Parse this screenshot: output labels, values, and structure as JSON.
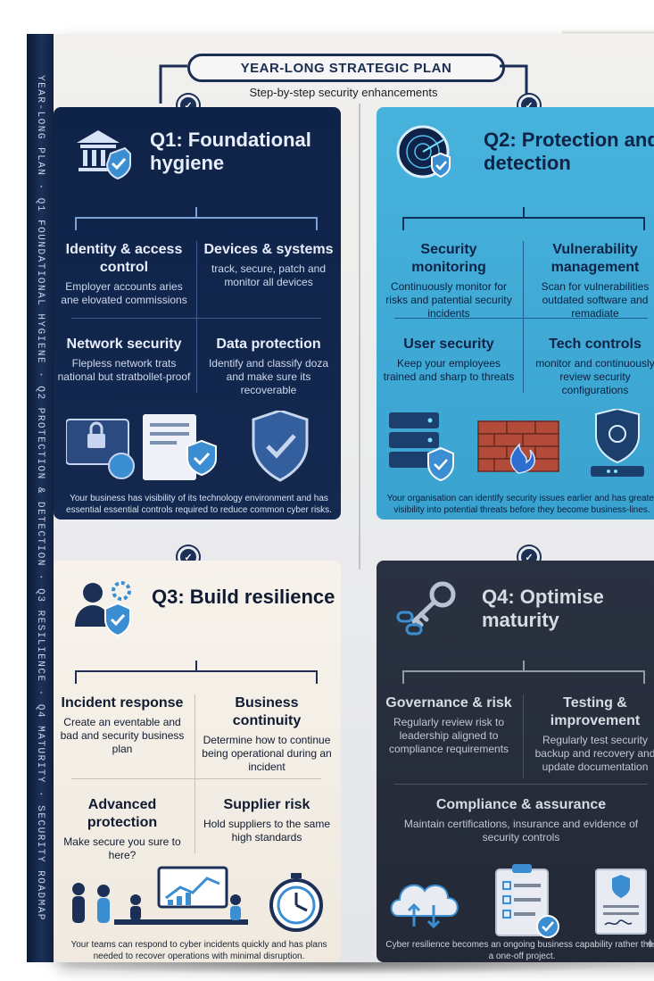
{
  "spine": {
    "text": "YEAR-LONG PLAN · Q1 FOUNDATIONAL HYGIENE · Q2 PROTECTION & DETECTION · Q3 RESILIENCE · Q4 MATURITY · SECURITY ROADMAP"
  },
  "header": {
    "title": "YEAR-LONG STRATEGIC PLAN",
    "subtitle": "Step-by-step security enhancements"
  },
  "quarters": [
    {
      "title": "Q1: Foundational hygiene",
      "sections": [
        {
          "heading": "Identity & access control",
          "body": "Employer accounts aries ane elovated commissions"
        },
        {
          "heading": "Devices & systems",
          "body": "track, secure, patch and monitor all devices"
        },
        {
          "heading": "Network security",
          "body": "Flepless network trats national but stratbollet-proof"
        },
        {
          "heading": "Data protection",
          "body": "Identify and classify doza and make sure its recoverable"
        }
      ],
      "footer": "Your business has visibility of its technology environment and has essential essential controls required to reduce common cyber risks."
    },
    {
      "title": "Q2: Protection and detection",
      "sections": [
        {
          "heading": "Security monitoring",
          "body": "Continuously monitor for risks and patential security incidents"
        },
        {
          "heading": "Vulnerability management",
          "body": "Scan for vulnerabilities outdated software and remadiate"
        },
        {
          "heading": "User security",
          "body": "Keep your employees trained and sharp to threats"
        },
        {
          "heading": "Tech controls",
          "body": "monitor and continuously review security configurations"
        }
      ],
      "footer": "Your organisation can identify security issues earlier and has greater visibility into potential threats before they become business-lines."
    },
    {
      "title": "Q3: Build resilience",
      "sections": [
        {
          "heading": "Incident response",
          "body": "Create an eventable and bad and security business plan"
        },
        {
          "heading": "Business continuity",
          "body": "Determine how to continue being operational during an incident"
        },
        {
          "heading": "Advanced protection",
          "body": "Make secure you sure to here?"
        },
        {
          "heading": "Supplier risk",
          "body": "Hold suppliers to the same high standards"
        }
      ],
      "footer": "Your teams can respond to cyber incidents quickly and has plans needed to recover operations with minimal disruption."
    },
    {
      "title": "Q4: Optimise maturity",
      "sections": [
        {
          "heading": "Governance & risk",
          "body": "Regularly review risk to leadership aligned to compliance requirements"
        },
        {
          "heading": "Testing & improvement",
          "body": "Regularly test security backup and recovery and update documentation"
        },
        {
          "heading": "Compliance & assurance",
          "body": "Maintain certifications, insurance and evidence of security controls"
        }
      ],
      "footer": "Cyber resilience becomes an ongoing business capability rather than a one-off project."
    }
  ],
  "colors": {
    "q1": "#0f2349",
    "q2": "#47b3dd",
    "q3": "#f7f3ec",
    "q4": "#2a3140",
    "accent": "#1a2d52"
  }
}
